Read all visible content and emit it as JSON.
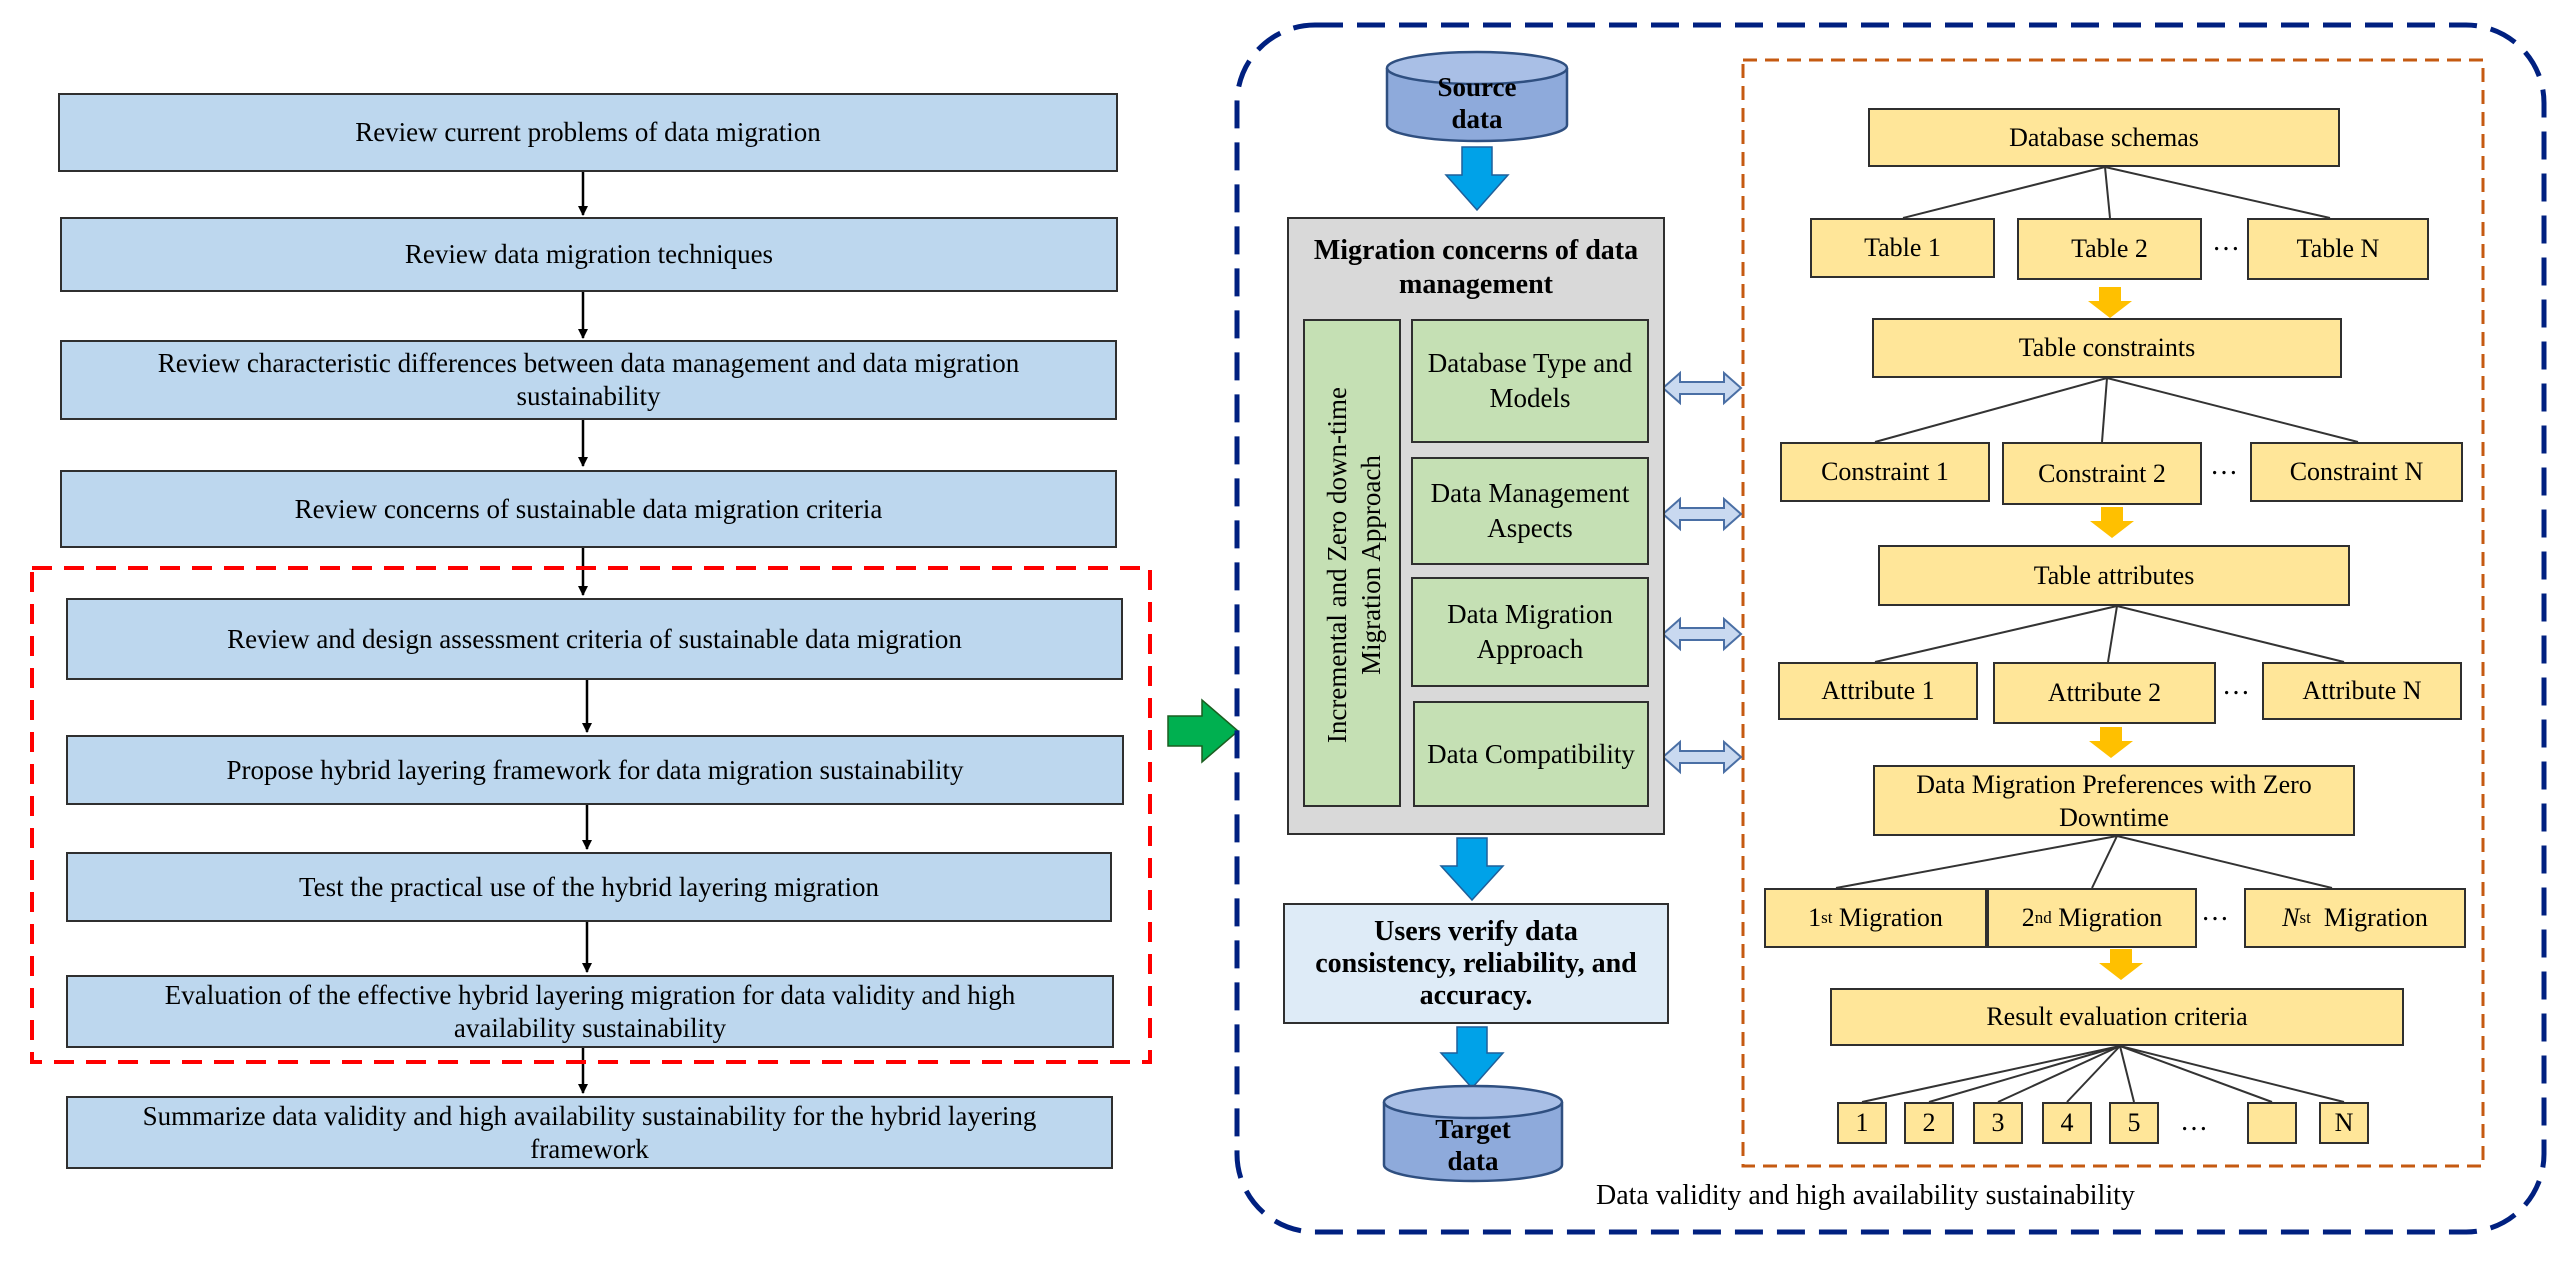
{
  "left_flow": {
    "steps": [
      "Review current problems of data migration",
      "Review data migration techniques",
      "Review characteristic differences between data management and data migration sustainability",
      "Review concerns of sustainable data migration criteria",
      "Review and design assessment criteria of sustainable data migration",
      "Propose hybrid layering framework for data migration sustainability",
      "Test the practical use of the hybrid layering migration",
      "Evaluation of the effective hybrid layering migration for data validity and high availability sustainability",
      "Summarize data validity and high availability sustainability for the hybrid layering framework"
    ]
  },
  "middle": {
    "source_db": "Source data",
    "concerns_title": "Migration concerns of data management",
    "vertical_label": "Incremental and Zero down-time Migration Approach",
    "aspects": [
      "Database Type and Models",
      "Data Management Aspects",
      "Data Migration Approach",
      "Data Compatibility"
    ],
    "verify_box": "Users verify data consistency, reliability, and accuracy.",
    "target_db": "Target data"
  },
  "right": {
    "schemas": "Database schemas",
    "tables": [
      "Table 1",
      "Table 2",
      "Table N"
    ],
    "constraints_title": "Table constraints",
    "constraints": [
      "Constraint 1",
      "Constraint 2",
      "Constraint N"
    ],
    "attributes_title": "Table attributes",
    "attributes": [
      "Attribute 1",
      "Attribute 2",
      "Attribute N"
    ],
    "preferences": "Data Migration Preferences with Zero Downtime",
    "migrations": [
      {
        "prefix": "1",
        "sup": "st",
        "label": " Migration"
      },
      {
        "prefix": "2",
        "sup": "nd",
        "label": " Migration"
      },
      {
        "prefix": "N",
        "sup": "st",
        "label": "  Migration"
      }
    ],
    "result_title": "Result evaluation criteria",
    "criteria": [
      "1",
      "2",
      "3",
      "4",
      "5",
      "",
      "N"
    ],
    "ellipsis": "…",
    "ellipsis2": "…"
  },
  "caption": "Data validity and high availability sustainability",
  "colors": {
    "left_box": "#bdd7ee",
    "yellow_box": "#ffe699",
    "green_box": "#c5e0b4",
    "db_cylinder": "#8eaadb",
    "blue_arrow": "#00a2e8",
    "green_arrow": "#00b050",
    "red_dash": "#ff0000",
    "navy_dash": "#002080",
    "orange_dash": "#c55a11"
  }
}
